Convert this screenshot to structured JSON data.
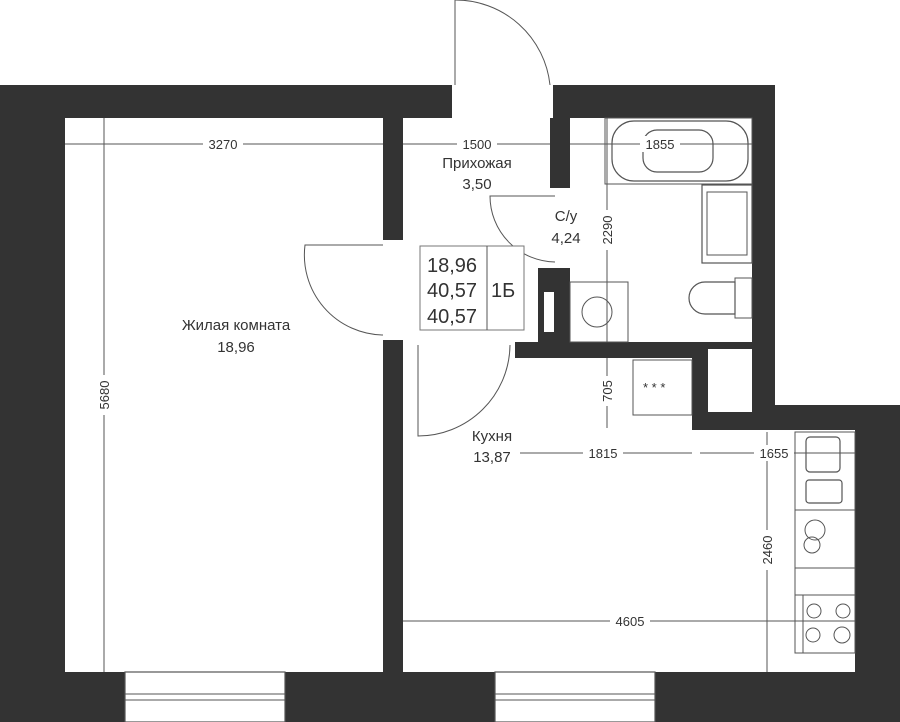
{
  "rooms": {
    "living": {
      "name": "Жилая комната",
      "area": "18,96"
    },
    "hall": {
      "name": "Прихожая",
      "area": "3,50"
    },
    "bath": {
      "name": "С/у",
      "area": "4,24"
    },
    "kitchen": {
      "name": "Кухня",
      "area": "13,87"
    }
  },
  "summary": {
    "living_area": "18,96",
    "total_area": "40,57",
    "total_area2": "40,57",
    "type": "1Б"
  },
  "dimensions": {
    "living_width": "3270",
    "living_height": "5680",
    "hall_width": "1500",
    "bath_width": "1855",
    "bath_height": "2290",
    "niche": "705",
    "kitchen_mid": "1815",
    "kitchen_right": "1655",
    "kitchen_height": "2460",
    "kitchen_width": "4605"
  },
  "colors": {
    "wall": "#333333"
  }
}
